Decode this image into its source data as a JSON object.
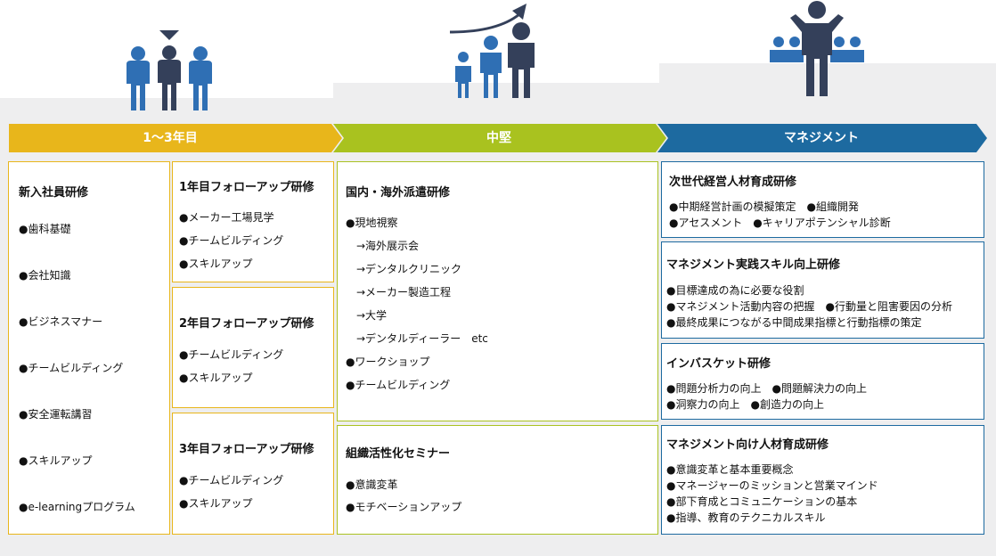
{
  "colors": {
    "stage1": "#e8b61b",
    "stage2": "#a9c21f",
    "stage3": "#1d6aa0",
    "figure": "#2f6fb4",
    "figure_dark": "#34405a"
  },
  "stages": [
    {
      "label": "1〜3年目"
    },
    {
      "label": "中堅"
    },
    {
      "label": "マネジメント"
    }
  ],
  "icons": {
    "stage1": "three-employees-icon",
    "stage2": "growth-arrow-people-icon",
    "stage3": "manager-with-team-icon"
  },
  "new_hire": {
    "title": "新入社員研修",
    "items": [
      "●歯科基礎",
      "●会社知識",
      "●ビジネスマナー",
      "●チームビルディング",
      "●安全運転講習",
      "●スキルアップ",
      "●e-learningプログラム"
    ]
  },
  "followups": [
    {
      "title": "1年目フォローアップ研修",
      "items": [
        "●メーカー工場見学",
        "●チームビルディング",
        "●スキルアップ"
      ]
    },
    {
      "title": "2年目フォローアップ研修",
      "items": [
        "●チームビルディング",
        "●スキルアップ"
      ]
    },
    {
      "title": "3年目フォローアップ研修",
      "items": [
        "●チームビルディング",
        "●スキルアップ"
      ]
    }
  ],
  "dispatch": {
    "title": "国内・海外派遣研修",
    "items": [
      "●現地視察",
      "→海外展示会",
      "→デンタルクリニック",
      "→メーカー製造工程",
      "→大学",
      "→デンタルディーラー　etc",
      "●ワークショップ",
      "●チームビルディング"
    ]
  },
  "seminar": {
    "title": "組織活性化セミナー",
    "items": [
      "●意識変革",
      "●モチベーションアップ"
    ]
  },
  "mgmt": [
    {
      "title": "次世代経営人材育成研修",
      "items": [
        "●中期経営計画の模擬策定　●組織開発",
        "●アセスメント　●キャリアポテンシャル診断"
      ]
    },
    {
      "title": "マネジメント実践スキル向上研修",
      "items": [
        "●目標達成の為に必要な役割",
        "●マネジメント活動内容の把握　●行動量と阻害要因の分析",
        "●最終成果につながる中間成果指標と行動指標の策定"
      ]
    },
    {
      "title": "インバスケット研修",
      "items": [
        "●問題分析力の向上　●問題解決力の向上",
        "●洞察力の向上　●創造力の向上"
      ]
    },
    {
      "title": "マネジメント向け人材育成研修",
      "items": [
        "●意識変革と基本重要概念",
        "●マネージャーのミッションと営業マインド",
        "●部下育成とコミュニケーションの基本",
        "●指導、教育のテクニカルスキル"
      ]
    }
  ]
}
